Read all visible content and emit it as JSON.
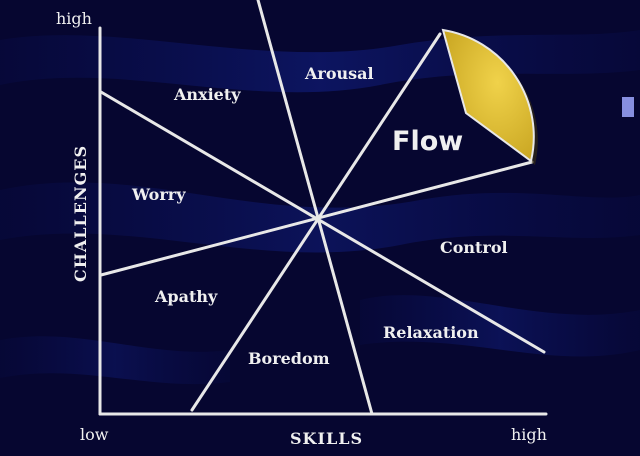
{
  "axes": {
    "x_title": "SKILLS",
    "y_title": "CHALLENGES",
    "x_low": "low",
    "x_high": "high",
    "y_high": "high"
  },
  "regions": {
    "anxiety": "Anxiety",
    "arousal": "Arousal",
    "flow": "Flow",
    "worry": "Worry",
    "control": "Control",
    "apathy": "Apathy",
    "relaxation": "Relaxation",
    "boredom": "Boredom"
  },
  "colors": {
    "background": "#060630",
    "band": "#0d1a78",
    "line": "#e8e8e8",
    "flow_wedge": "#e6c43a",
    "text": "#f0f0f0"
  }
}
